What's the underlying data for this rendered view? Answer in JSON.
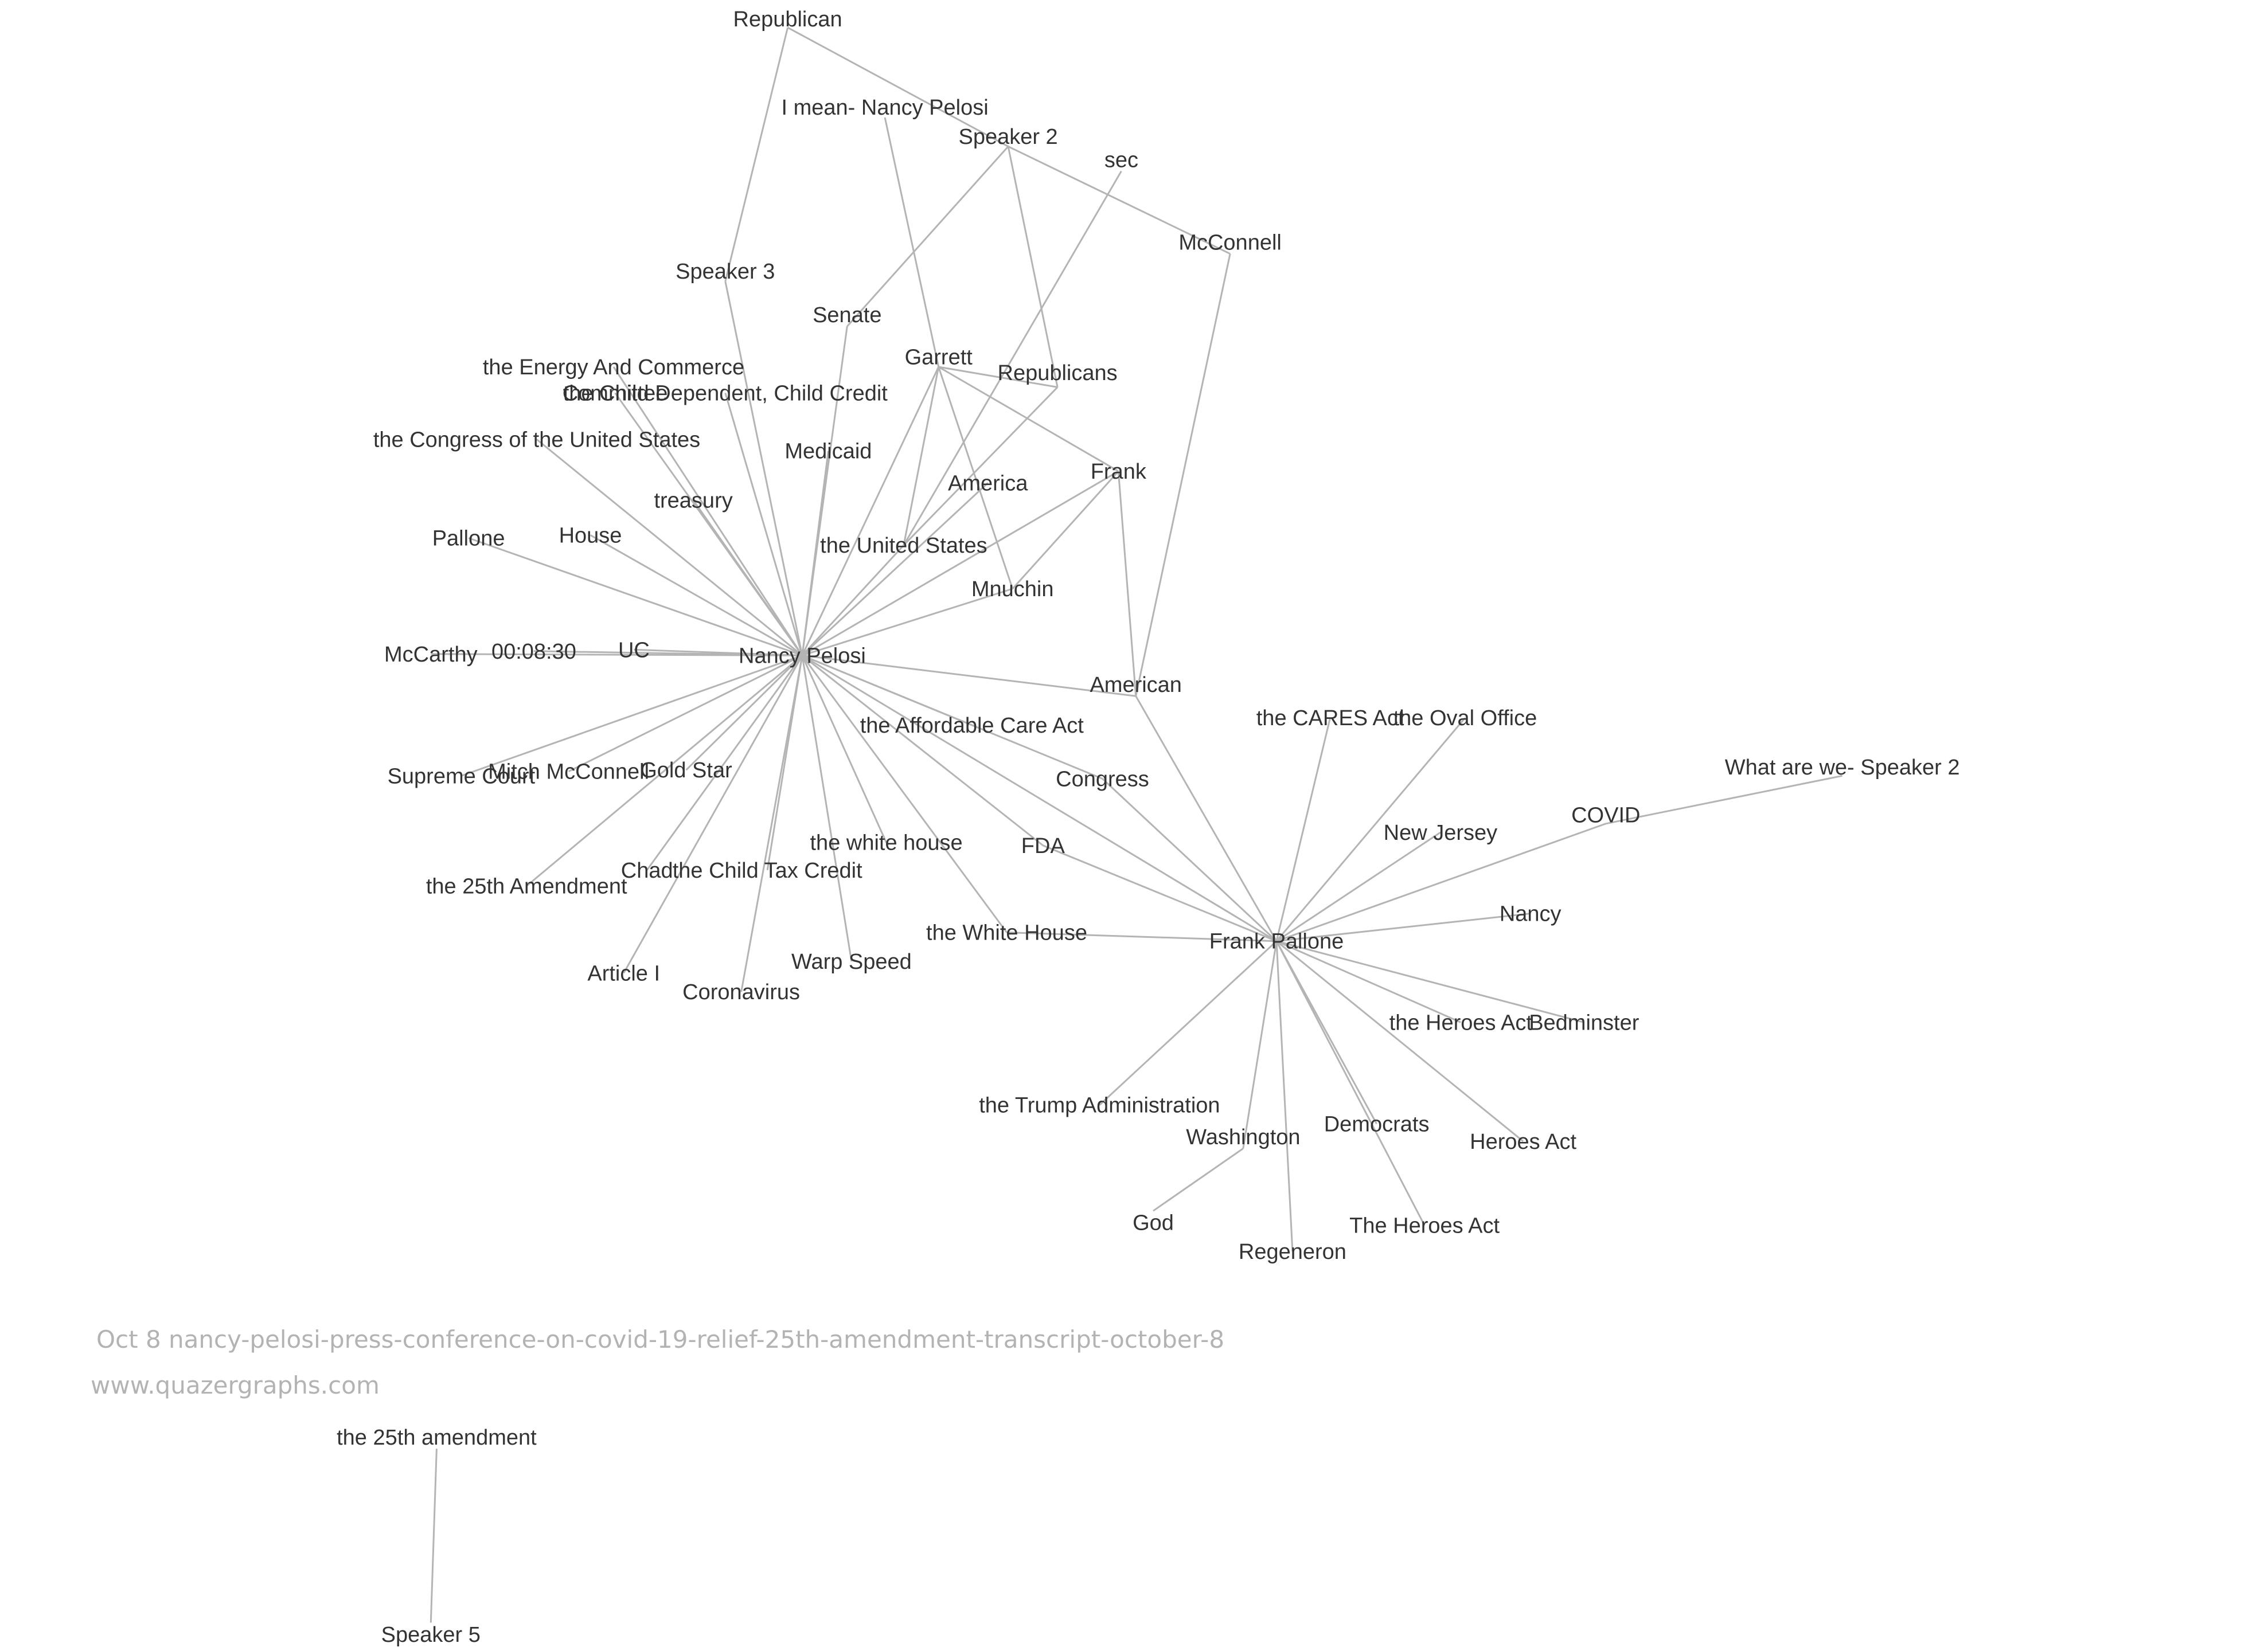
{
  "graph": {
    "nodes": [
      {
        "id": "republican",
        "label": "Republican"
      },
      {
        "id": "i-mean-nancy-pelosi",
        "label": "I mean- Nancy Pelosi"
      },
      {
        "id": "speaker-2",
        "label": "Speaker 2"
      },
      {
        "id": "sec",
        "label": "sec"
      },
      {
        "id": "mcconnell",
        "label": "McConnell"
      },
      {
        "id": "speaker-3",
        "label": "Speaker 3"
      },
      {
        "id": "senate",
        "label": "Senate"
      },
      {
        "id": "garrett",
        "label": "Garrett"
      },
      {
        "id": "republicans",
        "label": "Republicans"
      },
      {
        "id": "energy-commerce",
        "label": "the Energy And Commerce"
      },
      {
        "id": "committee",
        "label": "Committee"
      },
      {
        "id": "child-dependent",
        "label": "the Child Dependent, Child Credit"
      },
      {
        "id": "congress-us",
        "label": "the Congress of the United States"
      },
      {
        "id": "medicaid",
        "label": "Medicaid"
      },
      {
        "id": "america",
        "label": "America"
      },
      {
        "id": "frank",
        "label": "Frank"
      },
      {
        "id": "treasury",
        "label": "treasury"
      },
      {
        "id": "pallone",
        "label": "Pallone"
      },
      {
        "id": "house",
        "label": "House"
      },
      {
        "id": "united-states",
        "label": "the United States"
      },
      {
        "id": "mnuchin",
        "label": "Mnuchin"
      },
      {
        "id": "mccarthy",
        "label": "McCarthy"
      },
      {
        "id": "timestamp",
        "label": "00:08:30"
      },
      {
        "id": "uc",
        "label": "UC"
      },
      {
        "id": "nancy-pelosi",
        "label": "Nancy Pelosi"
      },
      {
        "id": "american",
        "label": "American"
      },
      {
        "id": "affordable-care-act",
        "label": "the Affordable Care Act"
      },
      {
        "id": "cares-act",
        "label": "the CARES Act"
      },
      {
        "id": "oval-office",
        "label": "the Oval Office"
      },
      {
        "id": "what-are-we",
        "label": "What are we- Speaker 2"
      },
      {
        "id": "supreme-court",
        "label": "Supreme Court"
      },
      {
        "id": "mitch-mcconnell",
        "label": "Mitch McConnell"
      },
      {
        "id": "gold-star",
        "label": "Gold Star"
      },
      {
        "id": "congress",
        "label": "Congress"
      },
      {
        "id": "covid",
        "label": "COVID"
      },
      {
        "id": "new-jersey",
        "label": "New Jersey"
      },
      {
        "id": "white-house-lower",
        "label": "the white house"
      },
      {
        "id": "fda",
        "label": "FDA"
      },
      {
        "id": "chad",
        "label": "Chad"
      },
      {
        "id": "child-tax-credit",
        "label": "the Child Tax Credit"
      },
      {
        "id": "25th-amendment",
        "label": "the 25th Amendment"
      },
      {
        "id": "nancy",
        "label": "Nancy"
      },
      {
        "id": "white-house",
        "label": "the White House"
      },
      {
        "id": "frank-pallone",
        "label": "Frank Pallone"
      },
      {
        "id": "warp-speed",
        "label": "Warp Speed"
      },
      {
        "id": "article-i",
        "label": "Article I"
      },
      {
        "id": "coronavirus",
        "label": "Coronavirus"
      },
      {
        "id": "heroes-act-the",
        "label": "the Heroes Act"
      },
      {
        "id": "bedminster",
        "label": "Bedminster"
      },
      {
        "id": "trump-administration",
        "label": "the Trump Administration"
      },
      {
        "id": "democrats",
        "label": "Democrats"
      },
      {
        "id": "washington",
        "label": "Washington"
      },
      {
        "id": "heroes-act",
        "label": "Heroes Act"
      },
      {
        "id": "god",
        "label": "God"
      },
      {
        "id": "heroes-act-cap",
        "label": "The Heroes Act"
      },
      {
        "id": "regeneron",
        "label": "Regeneron"
      },
      {
        "id": "25th-amendment-lower",
        "label": "the 25th amendment"
      },
      {
        "id": "speaker-5",
        "label": "Speaker 5"
      }
    ],
    "edges": [
      [
        "republican",
        "speaker-3"
      ],
      [
        "republican",
        "speaker-2"
      ],
      [
        "i-mean-nancy-pelosi",
        "garrett"
      ],
      [
        "speaker-2",
        "senate"
      ],
      [
        "speaker-2",
        "republicans"
      ],
      [
        "speaker-2",
        "mcconnell"
      ],
      [
        "sec",
        "united-states"
      ],
      [
        "mcconnell",
        "american"
      ],
      [
        "speaker-3",
        "nancy-pelosi"
      ],
      [
        "senate",
        "nancy-pelosi"
      ],
      [
        "garrett",
        "nancy-pelosi"
      ],
      [
        "garrett",
        "republicans"
      ],
      [
        "garrett",
        "frank"
      ],
      [
        "garrett",
        "united-states"
      ],
      [
        "garrett",
        "mnuchin"
      ],
      [
        "republicans",
        "united-states"
      ],
      [
        "energy-commerce",
        "nancy-pelosi"
      ],
      [
        "committee",
        "nancy-pelosi"
      ],
      [
        "child-dependent",
        "nancy-pelosi"
      ],
      [
        "congress-us",
        "nancy-pelosi"
      ],
      [
        "medicaid",
        "nancy-pelosi"
      ],
      [
        "america",
        "nancy-pelosi"
      ],
      [
        "frank",
        "nancy-pelosi"
      ],
      [
        "frank",
        "mnuchin"
      ],
      [
        "frank",
        "american"
      ],
      [
        "treasury",
        "nancy-pelosi"
      ],
      [
        "pallone",
        "nancy-pelosi"
      ],
      [
        "house",
        "nancy-pelosi"
      ],
      [
        "united-states",
        "nancy-pelosi"
      ],
      [
        "mnuchin",
        "nancy-pelosi"
      ],
      [
        "mccarthy",
        "nancy-pelosi"
      ],
      [
        "timestamp",
        "nancy-pelosi"
      ],
      [
        "uc",
        "nancy-pelosi"
      ],
      [
        "nancy-pelosi",
        "american"
      ],
      [
        "nancy-pelosi",
        "affordable-care-act"
      ],
      [
        "nancy-pelosi",
        "supreme-court"
      ],
      [
        "nancy-pelosi",
        "mitch-mcconnell"
      ],
      [
        "nancy-pelosi",
        "gold-star"
      ],
      [
        "nancy-pelosi",
        "congress"
      ],
      [
        "nancy-pelosi",
        "white-house-lower"
      ],
      [
        "nancy-pelosi",
        "fda"
      ],
      [
        "nancy-pelosi",
        "chad"
      ],
      [
        "nancy-pelosi",
        "child-tax-credit"
      ],
      [
        "nancy-pelosi",
        "25th-amendment"
      ],
      [
        "nancy-pelosi",
        "white-house"
      ],
      [
        "nancy-pelosi",
        "frank-pallone"
      ],
      [
        "nancy-pelosi",
        "warp-speed"
      ],
      [
        "nancy-pelosi",
        "article-i"
      ],
      [
        "nancy-pelosi",
        "coronavirus"
      ],
      [
        "american",
        "frank-pallone"
      ],
      [
        "cares-act",
        "frank-pallone"
      ],
      [
        "oval-office",
        "frank-pallone"
      ],
      [
        "what-are-we",
        "covid"
      ],
      [
        "covid",
        "frank-pallone"
      ],
      [
        "new-jersey",
        "frank-pallone"
      ],
      [
        "congress",
        "frank-pallone"
      ],
      [
        "fda",
        "frank-pallone"
      ],
      [
        "nancy",
        "frank-pallone"
      ],
      [
        "white-house",
        "frank-pallone"
      ],
      [
        "frank-pallone",
        "heroes-act-the"
      ],
      [
        "frank-pallone",
        "bedminster"
      ],
      [
        "frank-pallone",
        "trump-administration"
      ],
      [
        "frank-pallone",
        "democrats"
      ],
      [
        "frank-pallone",
        "washington"
      ],
      [
        "frank-pallone",
        "heroes-act"
      ],
      [
        "frank-pallone",
        "heroes-act-cap"
      ],
      [
        "frank-pallone",
        "regeneron"
      ],
      [
        "washington",
        "god"
      ],
      [
        "25th-amendment-lower",
        "speaker-5"
      ]
    ]
  },
  "caption": {
    "title": "Oct 8 nancy-pelosi-press-conference-on-covid-19-relief-25th-amendment-transcript-october-8",
    "site": "www.quazergraphs.com"
  }
}
